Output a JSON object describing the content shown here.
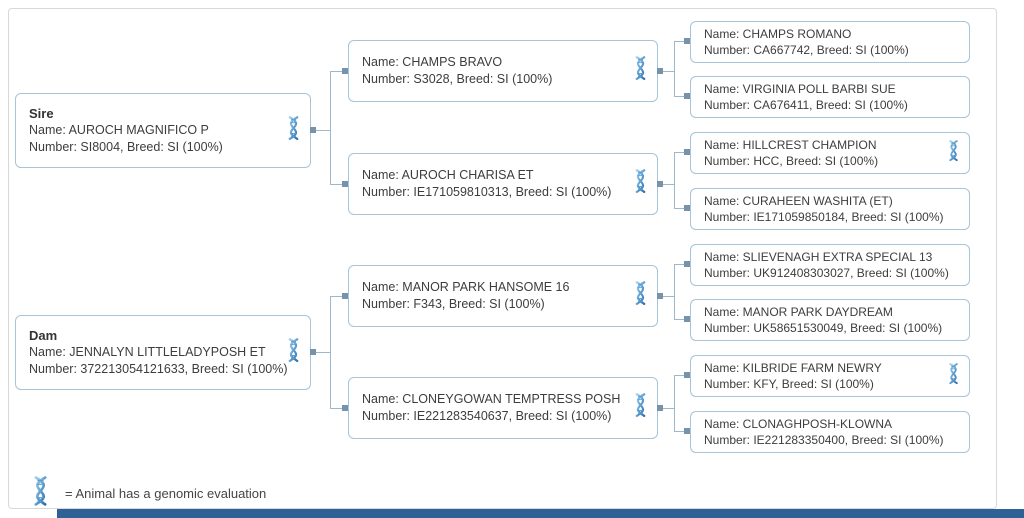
{
  "tree": {
    "sire": {
      "role": "Sire",
      "name_line": "Name: AUROCH MAGNIFICO P",
      "number_line": "Number: SI8004, Breed: SI (100%)",
      "genomic": true
    },
    "dam": {
      "role": "Dam",
      "name_line": "Name: JENNALYN LITTLELADYPOSH ET",
      "number_line": "Number: 372213054121633, Breed: SI (100%)",
      "genomic": true
    },
    "sire_sire": {
      "name_line": "Name: CHAMPS BRAVO",
      "number_line": "Number: S3028, Breed: SI (100%)",
      "genomic": true
    },
    "sire_dam": {
      "name_line": "Name: AUROCH CHARISA ET",
      "number_line": "Number: IE171059810313, Breed: SI (100%)",
      "genomic": true
    },
    "dam_sire": {
      "name_line": "Name: MANOR PARK HANSOME 16",
      "number_line": "Number: F343, Breed: SI (100%)",
      "genomic": true
    },
    "dam_dam": {
      "name_line": "Name: CLONEYGOWAN TEMPTRESS POSH",
      "number_line": "Number: IE221283540637, Breed: SI (100%)",
      "genomic": true
    },
    "sire_sire_sire": {
      "name_line": "Name: CHAMPS ROMANO",
      "number_line": "Number: CA667742, Breed: SI (100%)",
      "genomic": false
    },
    "sire_sire_dam": {
      "name_line": "Name: VIRGINIA POLL BARBI SUE",
      "number_line": "Number: CA676411, Breed: SI (100%)",
      "genomic": false
    },
    "sire_dam_sire": {
      "name_line": "Name: HILLCREST CHAMPION",
      "number_line": "Number: HCC, Breed: SI (100%)",
      "genomic": true
    },
    "sire_dam_dam": {
      "name_line": "Name: CURAHEEN WASHITA (ET)",
      "number_line": "Number: IE171059850184, Breed: SI (100%)",
      "genomic": false
    },
    "dam_sire_sire": {
      "name_line": "Name: SLIEVENAGH EXTRA SPECIAL 13",
      "number_line": "Number: UK912408303027, Breed: SI (100%)",
      "genomic": false
    },
    "dam_sire_dam": {
      "name_line": "Name: MANOR PARK DAYDREAM",
      "number_line": "Number: UK58651530049, Breed: SI (100%)",
      "genomic": false
    },
    "dam_dam_sire": {
      "name_line": "Name: KILBRIDE FARM NEWRY",
      "number_line": "Number: KFY, Breed: SI (100%)",
      "genomic": true
    },
    "dam_dam_dam": {
      "name_line": "Name: CLONAGHPOSH-KLOWNA",
      "number_line": "Number: IE221283350400, Breed: SI (100%)",
      "genomic": false
    }
  },
  "legend": {
    "text": "= Animal has a genomic evaluation"
  },
  "colors": {
    "box_border": "#a6c4da",
    "connector_line": "#9cb8cd",
    "connector_marker": "#7693a9",
    "frame_border": "#d8d8d8",
    "text": "#3d3d3d",
    "scrollbar": "#2e6296",
    "dna_light": "#9ed3f0",
    "dna_dark": "#2a6fad"
  }
}
